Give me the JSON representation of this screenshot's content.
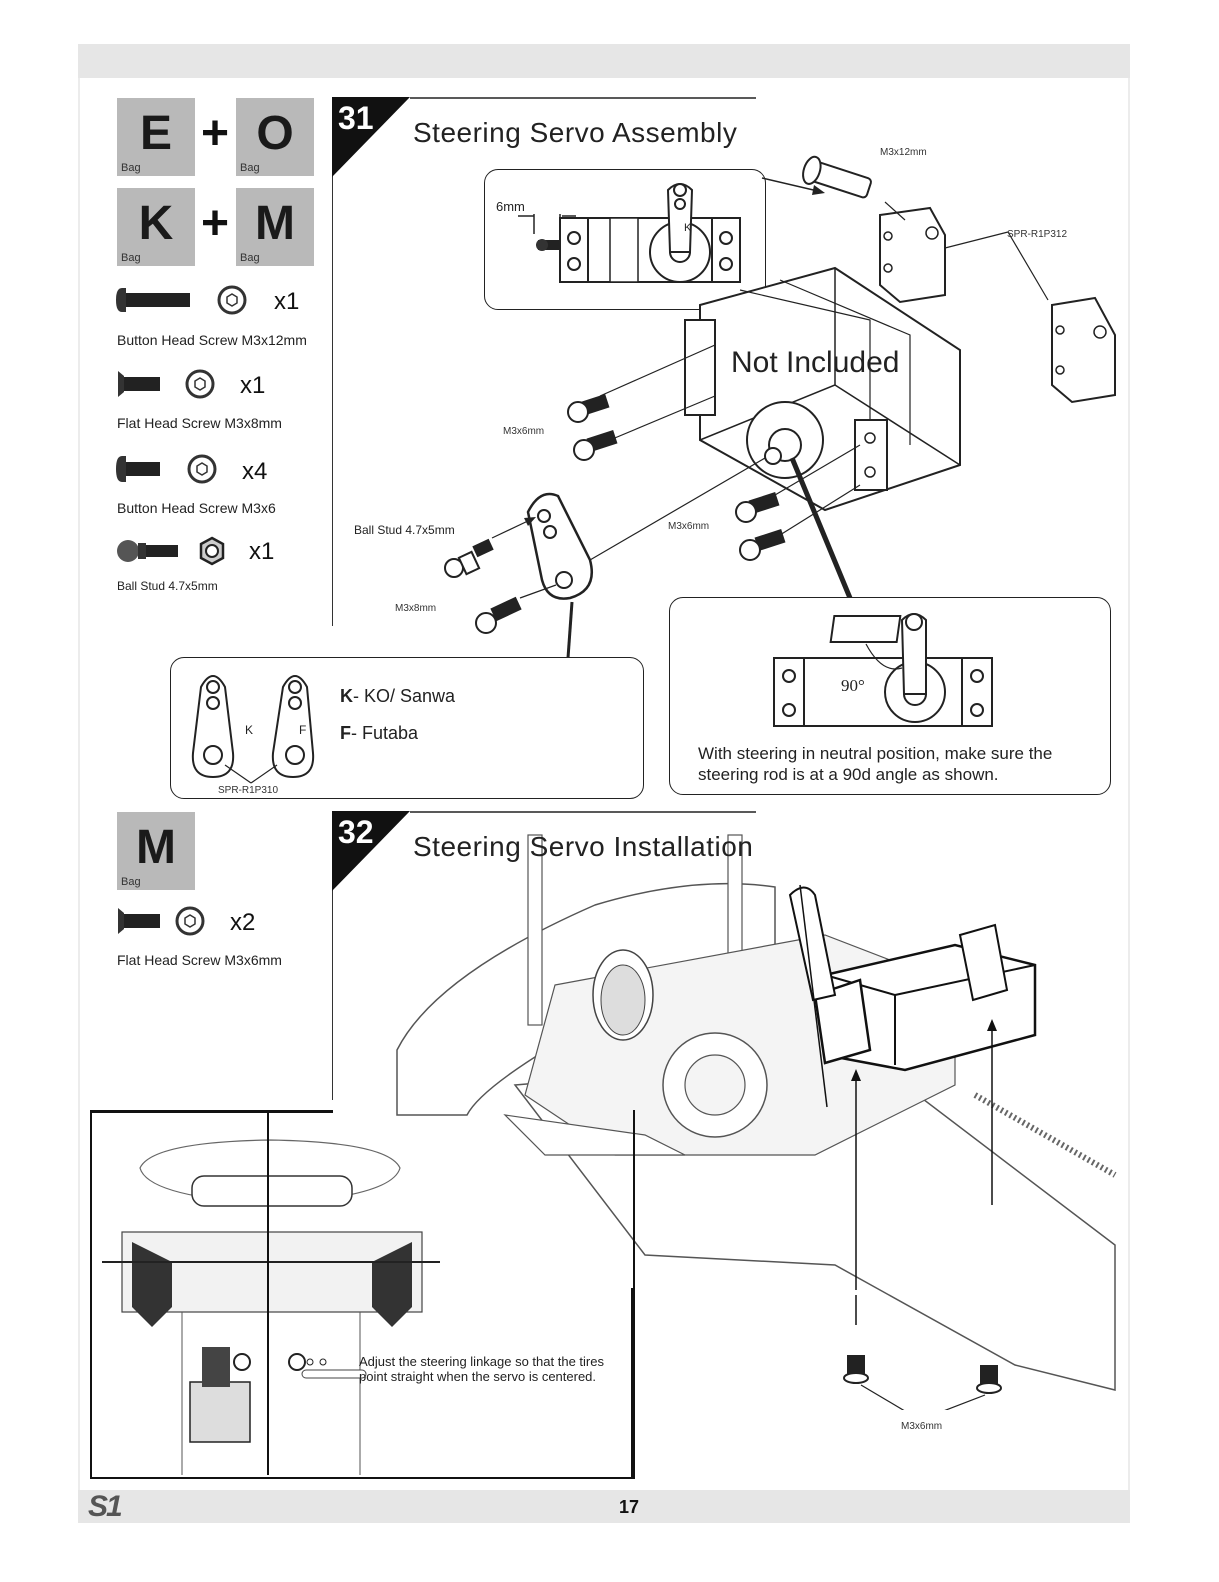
{
  "header": {},
  "step31": {
    "number": "31",
    "title": "Steering Servo Assembly",
    "bags": [
      {
        "letter": "E",
        "label": "Bag"
      },
      {
        "letter": "O",
        "label": "Bag"
      },
      {
        "letter": "K",
        "label": "Bag"
      },
      {
        "letter": "M",
        "label": "Bag"
      }
    ],
    "plus": "+",
    "parts": [
      {
        "qty": "x1",
        "name": "Button Head Screw M3x12mm"
      },
      {
        "qty": "x1",
        "name": "Flat Head Screw M3x8mm"
      },
      {
        "qty": "x4",
        "name": "Button Head Screw M3x6"
      },
      {
        "qty": "x1",
        "name": "Ball Stud 4.7x5mm"
      }
    ],
    "callouts": {
      "m3x12": "M3x12mm",
      "spr312": "SPR-R1P312",
      "six_mm": "6mm",
      "not_included": "Not Included",
      "m3x6_a": "M3x6mm",
      "m3x6_b": "M3x6mm",
      "ball_stud": "Ball Stud 4.7x5mm",
      "m3x8": "M3x8mm",
      "spr310": "SPR-R1P310",
      "horn_k": "K",
      "horn_f": "F",
      "angle": "90°"
    },
    "horn_legend": [
      {
        "key": "K",
        "text": "-  KO/ Sanwa"
      },
      {
        "key": "F",
        "text": "-  Futaba"
      }
    ],
    "neutral_note": "With steering in neutral position, make sure the steering rod is at a 90d angle as shown."
  },
  "step32": {
    "number": "32",
    "title": "Steering Servo Installation",
    "bag": {
      "letter": "M",
      "label": "Bag"
    },
    "parts": [
      {
        "qty": "x2",
        "name": "Flat Head Screw M3x6mm"
      }
    ],
    "callouts": {
      "m3x6": "M3x6mm"
    },
    "linkage_note": "Adjust the steering linkage so that the tires point straight when the servo is centered."
  },
  "footer": {
    "logo": "S1",
    "page_number": "17"
  }
}
